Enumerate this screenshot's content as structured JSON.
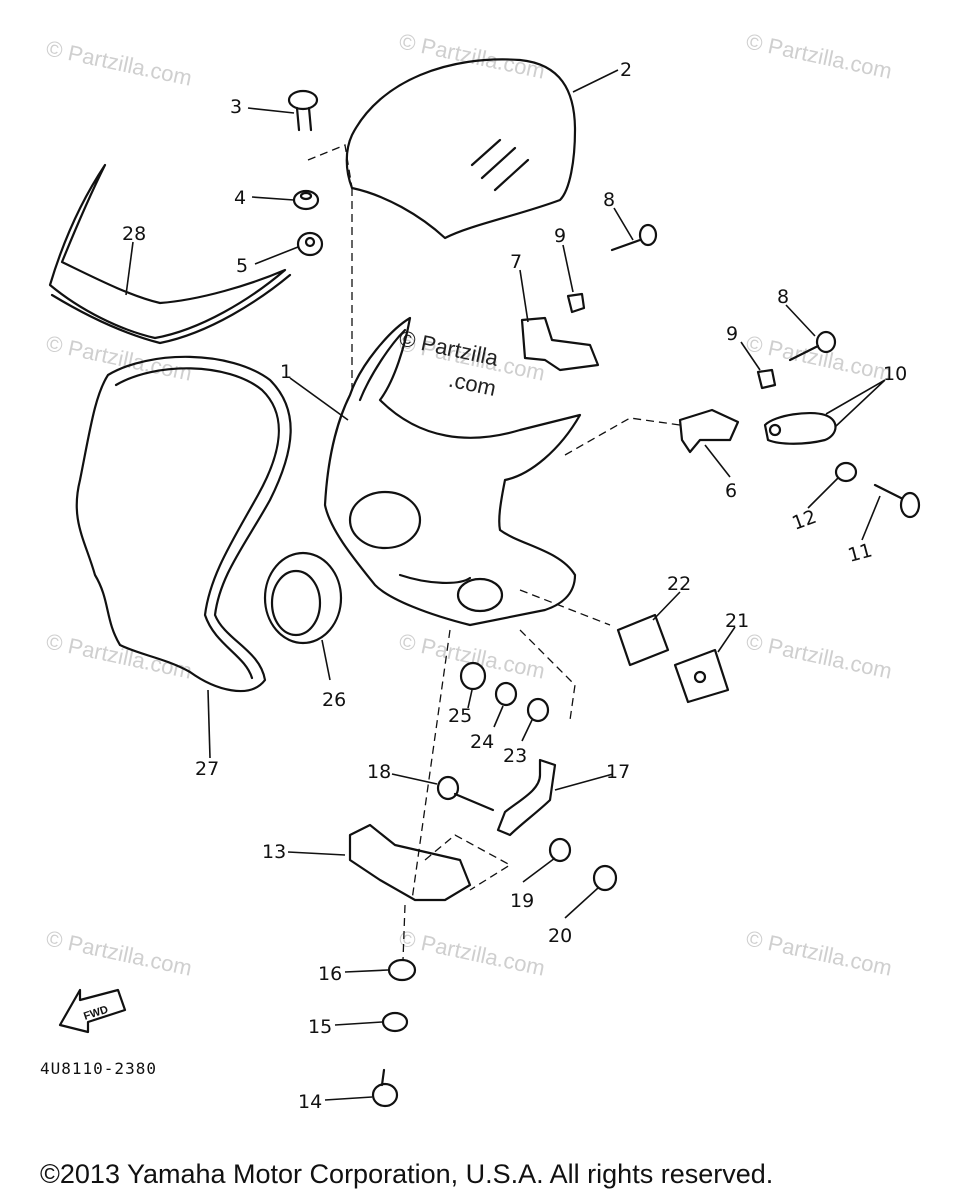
{
  "watermarks": [
    "© Partzilla.com",
    "© Partzilla.com",
    "© Partzilla.com",
    "© Partzilla.com",
    "© Partzilla.com",
    "© Partzilla.com",
    "© Partzilla.com",
    "© Partzilla.com",
    "© Partzilla.com",
    "© Partzilla.com",
    "© Partzilla.com",
    "© Partzilla.com"
  ],
  "center_watermark": [
    "© Partzilla",
    ".com"
  ],
  "part_labels": {
    "p1": "1",
    "p2": "2",
    "p3": "3",
    "p4": "4",
    "p5": "5",
    "p6": "6",
    "p7": "7",
    "p8a": "8",
    "p8b": "8",
    "p9a": "9",
    "p9b": "9",
    "p10": "10",
    "p11": "11",
    "p12": "12",
    "p13": "13",
    "p14": "14",
    "p15": "15",
    "p16": "16",
    "p17": "17",
    "p18": "18",
    "p19": "19",
    "p20": "20",
    "p21": "21",
    "p22": "22",
    "p23": "23",
    "p24": "24",
    "p25": "25",
    "p26": "26",
    "p27": "27",
    "p28": "28"
  },
  "fwd_label": "FWD",
  "diagram_code": "4U8110-2380",
  "footer": "©2013 Yamaha Motor Corporation, U.S.A. All rights reserved."
}
